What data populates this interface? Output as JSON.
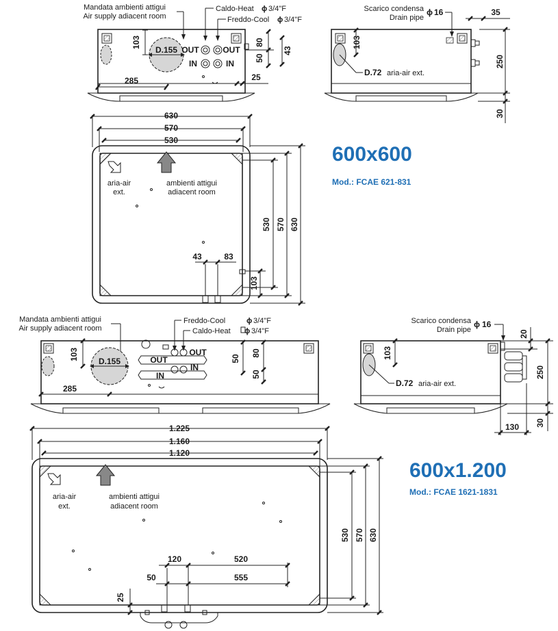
{
  "colors": {
    "model_title": "#1f6fb5",
    "line": "#222222",
    "duct_fill": "#d6d6d6"
  },
  "model_600x600": {
    "title": "600x600",
    "model": "Mod.: FCAE 621-831",
    "front_view": {
      "supply_label_it": "Mandata ambienti attigui",
      "supply_label_en": "Air supply adiacent room",
      "heat_label": "Caldo-Heat",
      "cool_label": "Freddo-Cool",
      "phi": "ϕ",
      "pipe_size": "3/4\"F",
      "out_label": "OUT",
      "in_label": "IN",
      "duct_label": "D.155",
      "dim_103": "103",
      "dim_285": "285",
      "dim_80": "80",
      "dim_43": "43",
      "dim_50": "50",
      "dim_25": "25"
    },
    "side_view": {
      "drain_it": "Scarico condensa",
      "drain_en": "Drain pipe",
      "phi": "ϕ",
      "drain_size": "16",
      "dim_35": "35",
      "dim_103": "103",
      "dim_250": "250",
      "dim_30": "30",
      "ext_duct": "D.72",
      "ext_label": "aria-air ext."
    },
    "top_view": {
      "dim_630": "630",
      "dim_570": "570",
      "dim_530": "530",
      "v_530": "530",
      "v_570": "570",
      "v_630": "630",
      "dim_43": "43",
      "dim_83": "83",
      "dim_103": "103",
      "ext_label_1": "aria-air",
      "ext_label_2": "ext.",
      "room_label_1": "ambienti attigui",
      "room_label_2": "adiacent room"
    }
  },
  "model_600x1200": {
    "title": "600x1.200",
    "model": "Mod.: FCAE 1621-1831",
    "front_view": {
      "supply_label_it": "Mandata ambienti attigui",
      "supply_label_en": "Air supply adiacent room",
      "cool_label": "Freddo-Cool",
      "heat_label": "Caldo-Heat",
      "phi": "ϕ",
      "pipe_size": "3/4\"F",
      "out_label": "OUT",
      "in_label": "IN",
      "duct_label": "D.155",
      "dim_103": "103",
      "dim_285": "285",
      "dim_50a": "50",
      "dim_80": "80",
      "dim_50b": "50"
    },
    "side_view": {
      "drain_it": "Scarico condensa",
      "drain_en": "Drain pipe",
      "phi": "ϕ",
      "drain_size": "16",
      "dim_20": "20",
      "dim_103": "103",
      "dim_250": "250",
      "dim_130": "130",
      "dim_30": "30",
      "ext_duct": "D.72",
      "ext_label": "aria-air ext."
    },
    "top_view": {
      "dim_1225": "1.225",
      "dim_1160": "1.160",
      "dim_1120": "1.120",
      "v_530": "530",
      "v_570": "570",
      "v_630": "630",
      "dim_120": "120",
      "dim_520": "520",
      "dim_50": "50",
      "dim_555": "555",
      "dim_25": "25",
      "ext_label_1": "aria-air",
      "ext_label_2": "ext.",
      "room_label_1": "ambienti attigui",
      "room_label_2": "adiacent room"
    }
  }
}
